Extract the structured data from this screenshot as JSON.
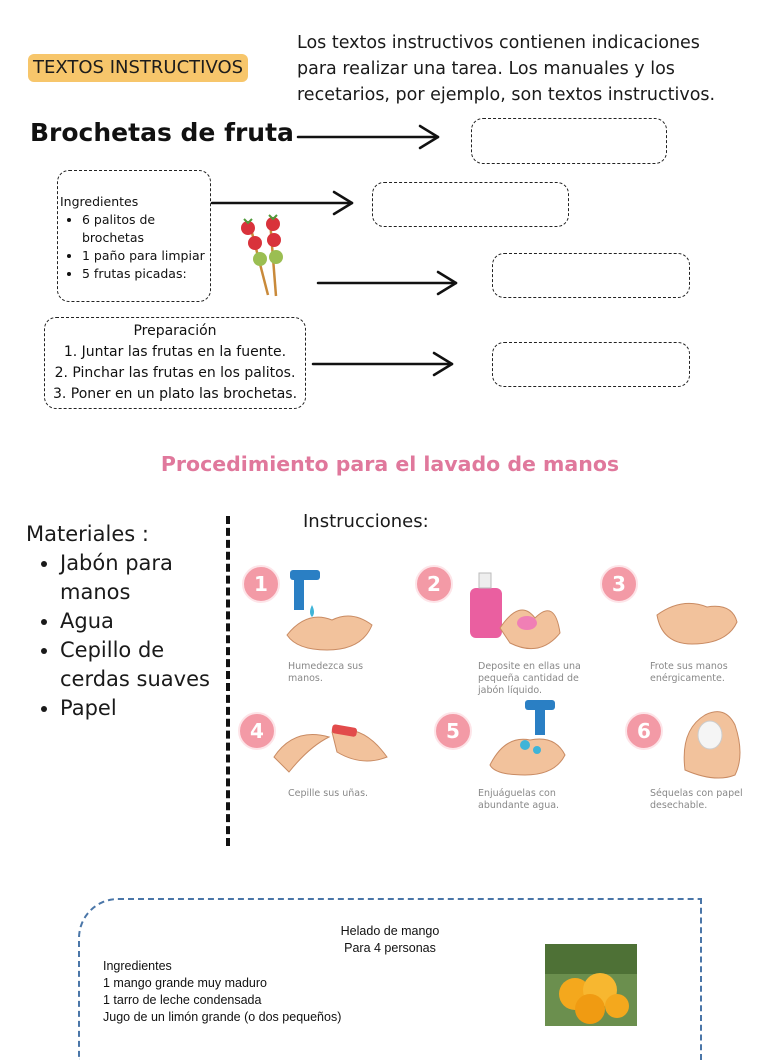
{
  "header": {
    "tag": "TEXTOS INSTRUCTIVOS",
    "intro": "Los textos instructivos contienen indicaciones para realizar una tarea. Los manuales y los recetarios, por ejemplo, son textos instructivos."
  },
  "recipe": {
    "title": "Brochetas de fruta",
    "ingredients_heading": "Ingredientes",
    "ingredients": [
      "6 palitos de brochetas",
      "1 paño para limpiar",
      "5 frutas picadas:"
    ],
    "preparation_heading": "Preparación",
    "steps": [
      "1. Juntar las frutas en la fuente.",
      "2. Pinchar las frutas en los palitos.",
      "3. Poner en un plato las brochetas."
    ]
  },
  "handwash": {
    "title": "Procedimiento para el lavado de manos",
    "materials_heading": "Materiales :",
    "materials": [
      "Jabón para manos",
      "Agua",
      "Cepillo de cerdas suaves",
      "Papel"
    ],
    "instructions_heading": "Instrucciones:",
    "steps": [
      {
        "num": "1",
        "caption": "Humedezca sus manos."
      },
      {
        "num": "2",
        "caption": "Deposite en ellas una pequeña cantidad de jabón líquido."
      },
      {
        "num": "3",
        "caption": "Frote sus manos enérgicamente."
      },
      {
        "num": "4",
        "caption": "Cepille sus uñas."
      },
      {
        "num": "5",
        "caption": "Enjuáguelas con abundante agua."
      },
      {
        "num": "6",
        "caption": "Séquelas con papel desechable."
      }
    ]
  },
  "helado": {
    "title": "Helado de mango",
    "subtitle": "Para 4 personas",
    "ingredients_heading": "Ingredientes",
    "ingredients": [
      "1 mango grande muy maduro",
      "1 tarro de leche condensada",
      "Jugo de un limón grande (o dos pequeños)"
    ]
  },
  "colors": {
    "tag": "#f7c66b",
    "section_title": "#e0789c",
    "step_badge": "#f39aa6",
    "helado_border": "#4a76a8"
  }
}
